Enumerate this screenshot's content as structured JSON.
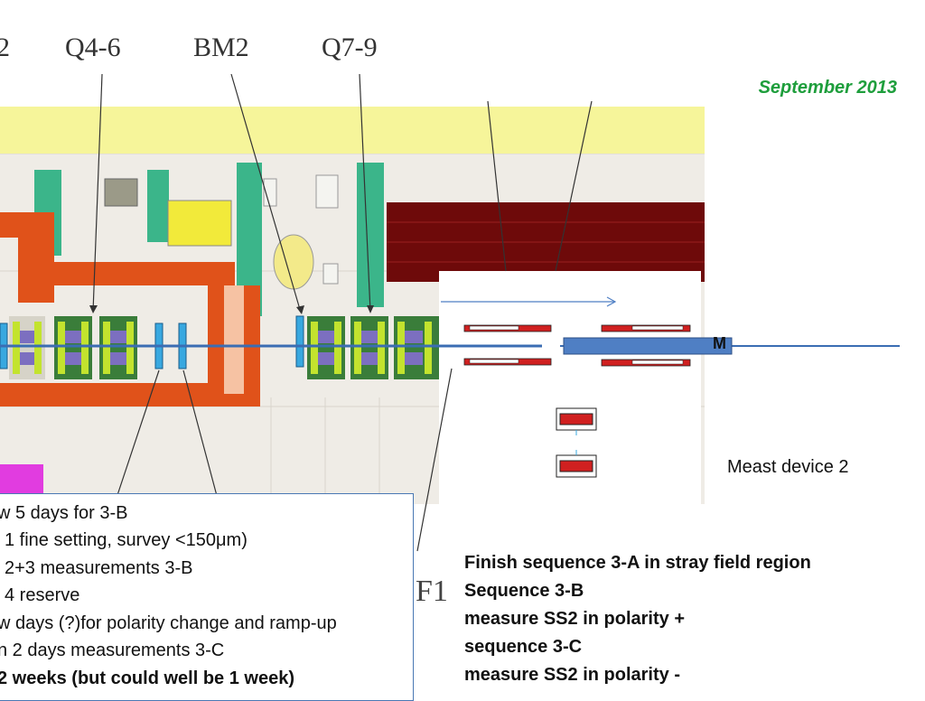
{
  "labels": {
    "left_cut": "2",
    "q4_6": "Q4-6",
    "bm2": "BM2",
    "q7_9": "Q7-9",
    "f1": "F1",
    "m_marker": "M"
  },
  "date": "September 2013",
  "device_label": "Meast device 2",
  "notes": [
    "w 5 days for 3-B",
    "1 fine setting, survey <150μm)",
    "2+3 measurements 3-B",
    "4 reserve",
    "w days (?)for polarity change and ramp-up",
    "n 2 days  measurements 3-C",
    "2 weeks (but could well be 1 week)"
  ],
  "sequence": [
    "Finish sequence 3-A in stray field region",
    "Sequence 3-B",
    "measure SS2 in polarity +",
    "sequence 3-C",
    "measure SS2 in polarity -"
  ],
  "colors": {
    "beam": "#3b6db3",
    "accent_green": "#1e9e3c",
    "wall_yellow": "#f6f59a",
    "shield_orange": "#e0521a",
    "dark_red_block": "#6e0a0a"
  }
}
